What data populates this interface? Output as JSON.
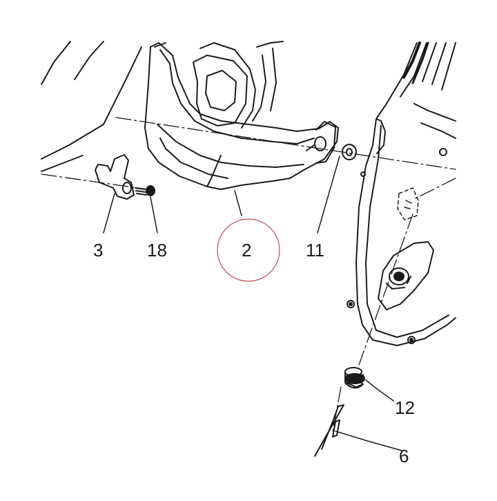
{
  "diagram": {
    "callouts": {
      "part_3": "3",
      "part_18": "18",
      "part_2": "2",
      "part_11": "11",
      "part_12": "12",
      "part_6": "6"
    },
    "highlighted_part": "2",
    "colors": {
      "line": "#1a1a1a",
      "highlight_circle": "#c0485a",
      "background": "#ffffff"
    }
  }
}
